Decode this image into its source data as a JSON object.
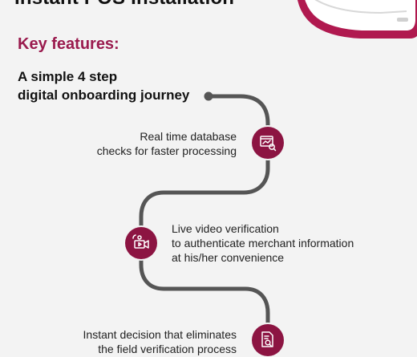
{
  "header": {
    "title": "Instant POS Installation"
  },
  "features": {
    "heading": "Key features:",
    "intro_lines": [
      "A simple 4 step",
      "digital onboarding journey"
    ],
    "steps": [
      {
        "lines": [
          "Real time database",
          "checks for faster processing"
        ],
        "icon": "database-check-icon"
      },
      {
        "lines": [
          "Live video verification",
          "to authenticate merchant information",
          "at his/her convenience"
        ],
        "icon": "video-verification-icon"
      },
      {
        "lines": [
          "Instant decision that eliminates",
          "the field verification process"
        ],
        "icon": "document-search-icon"
      }
    ]
  },
  "colors": {
    "accent": "#8c1442",
    "heading": "#9a1b4e",
    "path": "#555555",
    "background": "#f3f3f3"
  }
}
